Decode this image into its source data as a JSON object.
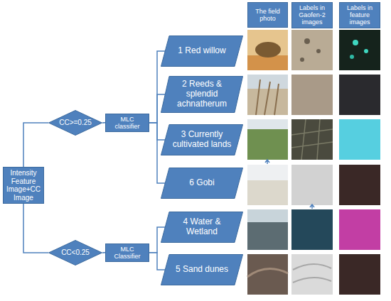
{
  "diagram": {
    "nodes": [
      {
        "text": [
          "Intensity Feature Image+CC Image"
        ]
      },
      {
        "text": [
          "CC>=0.25"
        ]
      },
      {
        "text": [
          "MLC classifier"
        ]
      },
      {
        "text": [
          "CC<0.25"
        ]
      },
      {
        "text": [
          "MLC Classifier"
        ]
      },
      {
        "text": [
          "1 Red willow"
        ]
      },
      {
        "text": [
          "2 Reeds & splendid achnatherum"
        ]
      },
      {
        "text": [
          "3 Currently cultivated lands"
        ]
      },
      {
        "text": [
          "6 Gobi"
        ]
      },
      {
        "text": [
          "4 Water & Wetland"
        ]
      },
      {
        "text": [
          "5 Sand dunes"
        ]
      },
      {
        "text": [
          "The field photo"
        ]
      },
      {
        "text": [
          "Labels in Gaofen-2 images"
        ]
      },
      {
        "text": [
          "Labels in feature images"
        ]
      }
    ],
    "edges": [
      {
        "from": 0,
        "to": 1,
        "arrow": "none"
      },
      {
        "from": 0,
        "to": 3,
        "arrow": "none"
      },
      {
        "from": 1,
        "to": 2,
        "arrow": "none"
      },
      {
        "from": 3,
        "to": 4,
        "arrow": "none"
      },
      {
        "from": 2,
        "to": 5,
        "arrow": "none"
      },
      {
        "from": 2,
        "to": 6,
        "arrow": "none"
      },
      {
        "from": 2,
        "to": 7,
        "arrow": "none"
      },
      {
        "from": 2,
        "to": 8,
        "arrow": "none"
      },
      {
        "from": 4,
        "to": 9,
        "arrow": "none"
      },
      {
        "from": 4,
        "to": 10,
        "arrow": "none"
      }
    ]
  }
}
